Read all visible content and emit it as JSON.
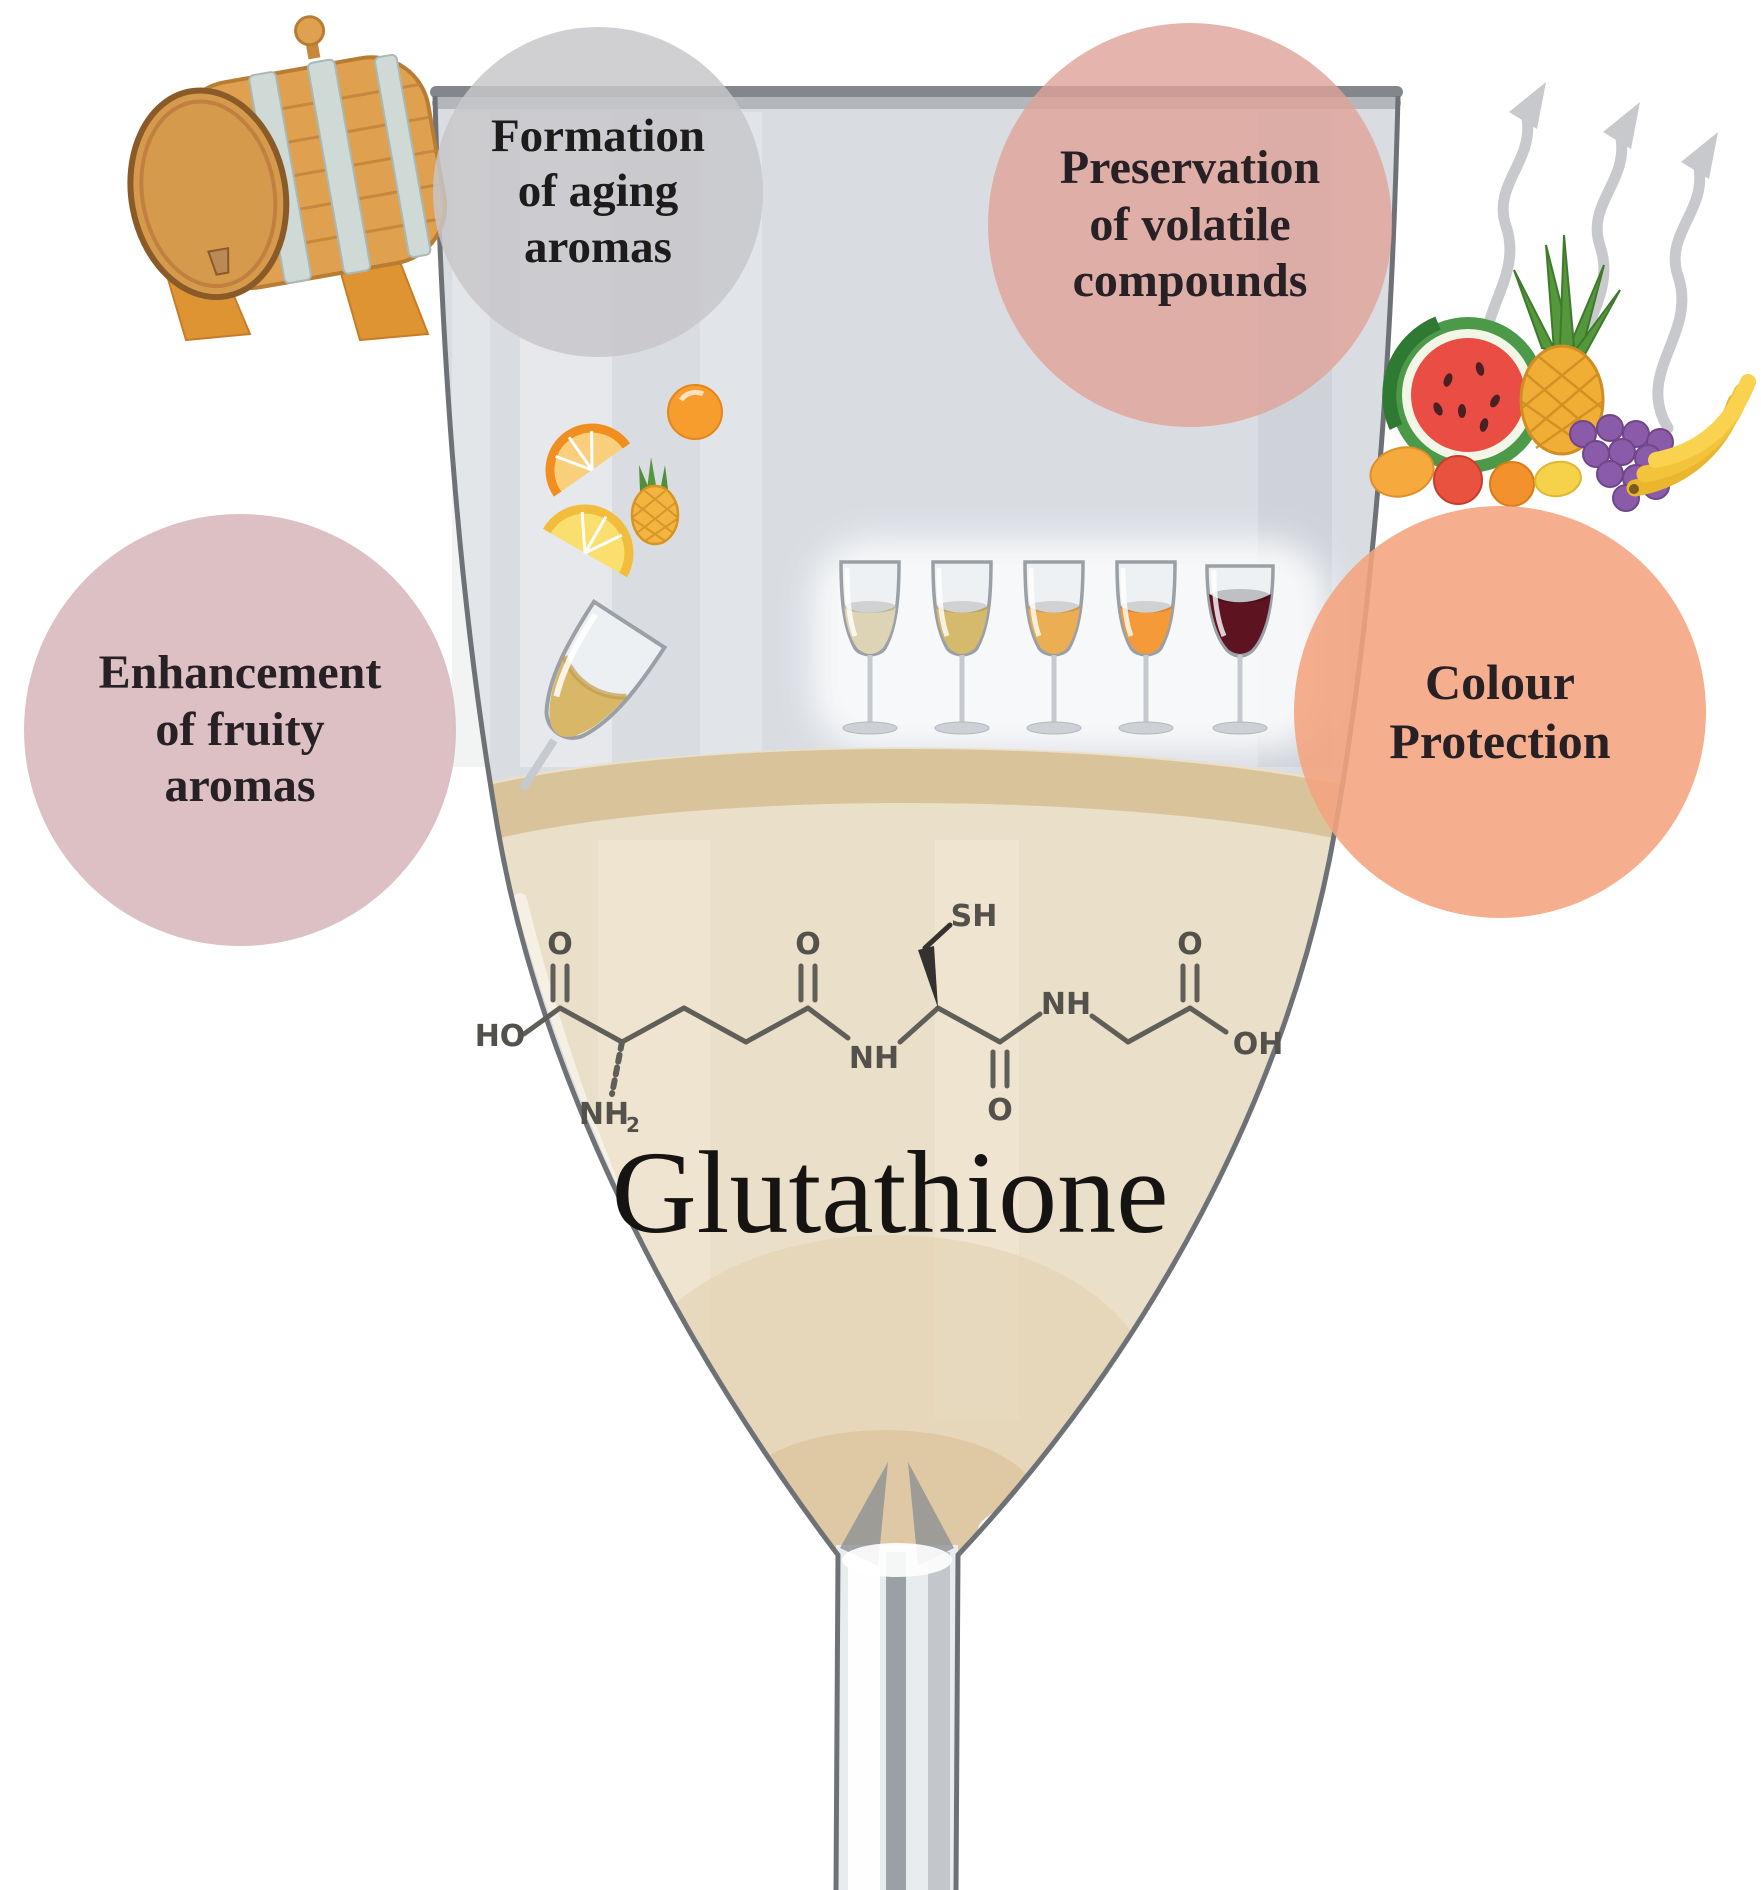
{
  "figure": {
    "title": "Glutathione"
  },
  "bubbles": {
    "formation": {
      "line1": "Formation",
      "line2": "of aging",
      "line3": "aromas",
      "color": "#c7c7ca"
    },
    "preservation": {
      "line1": "Preservation",
      "line2": "of volatile",
      "line3": "compounds",
      "color": "#dfa398"
    },
    "enhancement": {
      "line1": "Enhancement",
      "line2": "of fruity",
      "line3": "aromas",
      "color": "#d6b5b8"
    },
    "colour_protection": {
      "line1": "Colour",
      "line2": "Protection",
      "color": "#f4a47e"
    }
  },
  "molecule": {
    "name": "Glutathione",
    "ho": "HO",
    "carboxyl_o_left": "O",
    "amine": "NH",
    "amine_sub": "2",
    "glutamyl_o": "O",
    "amide_nh_left": "NH",
    "thiol": "SH",
    "cysteinyl_o": "O",
    "amide_nh_right": "NH",
    "carboxyl_o_right": "O",
    "oh": "OH"
  },
  "large_glass": {
    "wine_color": "#eadfc8"
  },
  "wine_samples": {
    "colors": [
      "#dcd4b4",
      "#d5ba6e",
      "#ecae52",
      "#f49a39",
      "#5e1320"
    ]
  }
}
